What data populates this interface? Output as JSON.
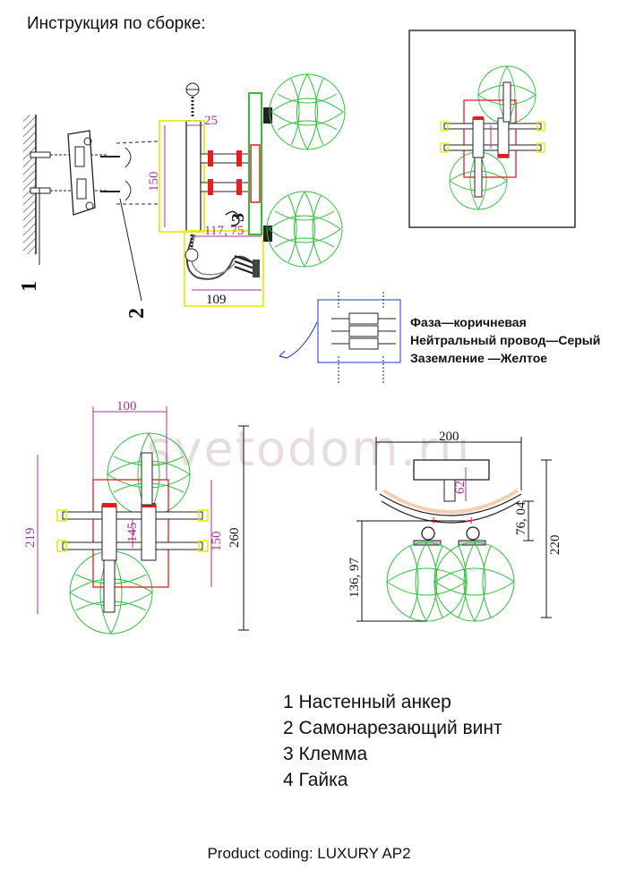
{
  "title": "Инструкция по сборке:",
  "wiring": {
    "phase": "Фаза—коричневая",
    "neutral": "Нейтральный провод—Серый",
    "ground": "Заземление —Желтое"
  },
  "callouts": {
    "n1": "1",
    "n2": "2",
    "n3": "3"
  },
  "dims": {
    "side_25": "25",
    "side_150": "150",
    "side_117": "117, 75",
    "side_109": "109",
    "front_100": "100",
    "front_219": "219",
    "front_145": "145",
    "front_150": "150",
    "front_260": "260",
    "top_200": "200",
    "top_62": "62",
    "top_7604": "76, 04",
    "top_220": "220",
    "top_13697": "136, 97"
  },
  "parts": [
    "1 Настенный анкер",
    "2 Самонарезающий винт",
    "3 Клемма",
    "4 Гайка"
  ],
  "watermark": "svetodom.ru",
  "product_coding": "Product coding: LUXURY AP2",
  "colors": {
    "green": "#2fbf3a",
    "magenta": "#b0309a",
    "red": "#e02020",
    "yellow": "#e8e800",
    "blue": "#1a3ad0"
  }
}
